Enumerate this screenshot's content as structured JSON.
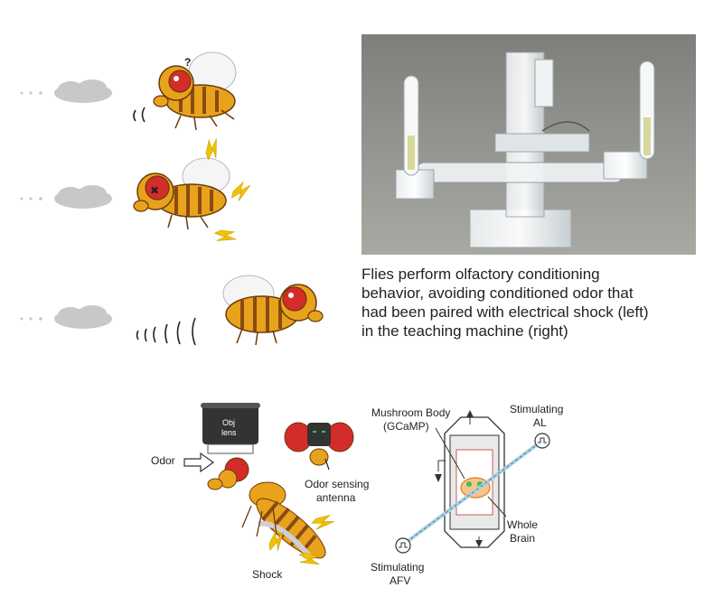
{
  "caption": {
    "lines": [
      "Flies perform olfactory conditioning",
      "behavior, avoiding conditioned odor that",
      "had been paired with electrical shock (left)",
      "in the teaching machine (right)"
    ]
  },
  "fly_rows": [
    {
      "mark": "?"
    },
    {
      "mark": "✖"
    },
    {
      "mark": ""
    }
  ],
  "setup_diagram": {
    "objective_lens": [
      "Obj",
      "lens"
    ],
    "odor": "Odor",
    "shock": "Shock",
    "odor_sensing_antenna": [
      "Odor sensing",
      "antenna"
    ]
  },
  "brain_diagram": {
    "mushroom_body": [
      "Mushroom Body",
      "(GCaMP)"
    ],
    "stimulating_al": [
      "Stimulating",
      "AL"
    ],
    "stimulating_afv": [
      "Stimulating",
      "AFV"
    ],
    "whole_brain": [
      "Whole",
      "Brain"
    ]
  },
  "colors": {
    "fly_body": "#e8a21c",
    "fly_eye": "#d42b2b",
    "stripe": "#8a4a12",
    "shock": "#f2c200",
    "cloud": "#c8c8c8",
    "background_photo": "#8a8a86"
  }
}
